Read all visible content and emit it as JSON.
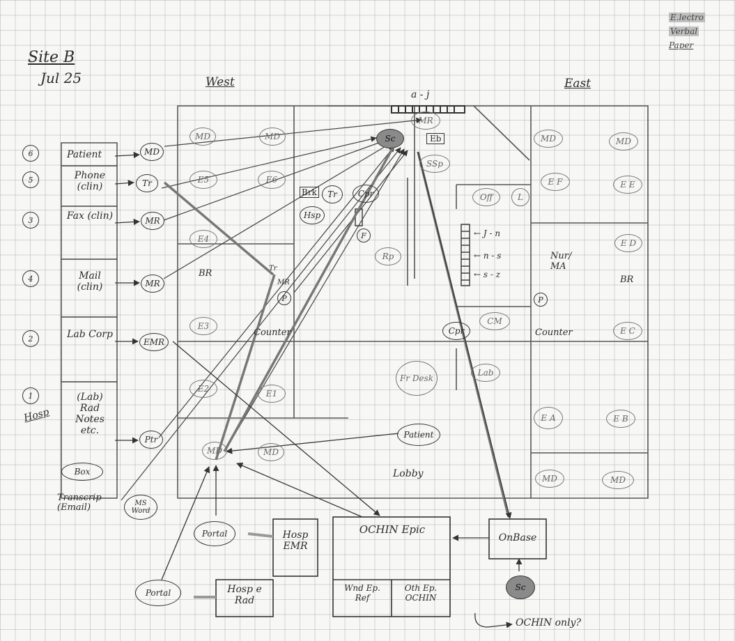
{
  "legend": {
    "electronic": "E.lectro",
    "verbal": "Verbal",
    "paper": "Paper"
  },
  "header": {
    "site": "Site B",
    "date": "Jul 25",
    "west": "West",
    "east": "East",
    "top_range": "a - j"
  },
  "sources": [
    {
      "num": "6",
      "label": "Patient",
      "target": "MD"
    },
    {
      "num": "5",
      "label": "Phone (clin)",
      "target": "Tr"
    },
    {
      "num": "3",
      "label": "Fax (clin)",
      "target": "MR"
    },
    {
      "num": "4",
      "label": "Mail (clin)",
      "target": "MR"
    },
    {
      "num": "2",
      "label": "Lab Corp",
      "target": "EMR"
    },
    {
      "num": "1",
      "label": "(Lab) Rad Notes etc.",
      "target": "Ptr"
    }
  ],
  "hosp_label": "Hosp",
  "box_label": "Box",
  "transcrip": "Transcrip (Email)",
  "ms_word": "MS Word",
  "rooms": {
    "west": [
      "MD",
      "MD",
      "E5",
      "E6",
      "E4",
      "BR",
      "E3",
      "E2",
      "E1",
      "MD",
      "MD"
    ],
    "east": [
      "MD",
      "MD",
      "E F",
      "E E",
      "E D",
      "Nur/ MA",
      "BR",
      "E C",
      "E A",
      "E B",
      "MD",
      "MD"
    ],
    "center": [
      "MR",
      "Sc",
      "Eb",
      "SSp",
      "Brk",
      "Tr",
      "Cpr",
      "Hsp",
      "F",
      "Rp",
      "Off",
      "L",
      "Cpr",
      "CM",
      "Fr Desk",
      "Lab",
      "Lobby",
      "Patient",
      "Counter",
      "Counter",
      "P",
      "P",
      "Tr",
      "MR"
    ],
    "shelf": [
      "J - n",
      "n - s",
      "s - z"
    ]
  },
  "bottom": {
    "ochin": "OCHIN Epic",
    "wnd": "Wnd Ep. Ref",
    "oth": "Oth Ep. OCHIN",
    "hosp_emr": "Hosp EMR",
    "hosp_rad": "Hosp e Rad",
    "onbase": "OnBase",
    "portal1": "Portal",
    "portal2": "Portal",
    "sc": "Sc",
    "footnote": "OCHIN only?"
  }
}
